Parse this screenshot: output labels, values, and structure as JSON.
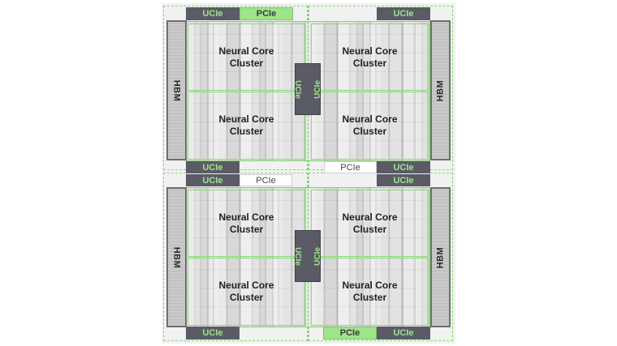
{
  "labels": {
    "hbm": "HBM",
    "cluster": "Neural Core\nCluster",
    "ucie": "UCIe",
    "pcie": "PCIe"
  },
  "colors": {
    "accent_green": "#9ee58a",
    "interconnect_dark": "#5b5b66",
    "die_border": "#7fd36a"
  }
}
